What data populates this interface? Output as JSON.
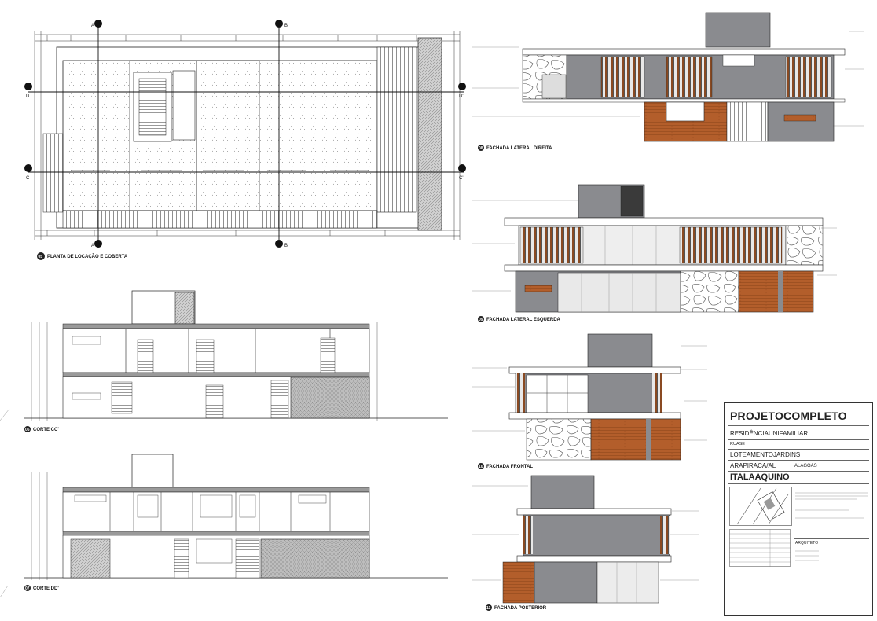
{
  "drawings": {
    "plan": {
      "number": "05",
      "title": "PLANTA DE LOCAÇÃO E COBERTA",
      "grid": {
        "a": "A",
        "b": "B",
        "c": "C",
        "d": "D",
        "a2": "A'",
        "b2": "B'",
        "c2": "C'",
        "d2": "D'"
      }
    },
    "section_cc": {
      "number": "06",
      "title": "CORTE CC'"
    },
    "section_dd": {
      "number": "07",
      "title": "CORTE DD'"
    },
    "right_facade": {
      "number": "08",
      "title": "FACHADA LATERAL DIREITA"
    },
    "left_facade": {
      "number": "09",
      "title": "FACHADA LATERAL ESQUERDA"
    },
    "front_facade": {
      "number": "10",
      "title": "FACHADA FRONTAL"
    },
    "rear_facade": {
      "number": "11",
      "title": "FACHADA POSTERIOR"
    }
  },
  "title_block": {
    "project": "PROJETOCOMPLETO",
    "type": "RESIDÊNCIAUNIFAMILIAR",
    "use": "RUASE",
    "subdivision": "LOTEAMENTOJARDINS",
    "city": "ARAPIRACA/AL",
    "state": "ALAGOAS",
    "author": "ITALAAQUINO",
    "author_role": "ARQUITETO"
  },
  "colors": {
    "concrete": "#8a8b8f",
    "wood": "#b35e2b",
    "dark": "#3a3a3a",
    "ink": "#222222"
  }
}
